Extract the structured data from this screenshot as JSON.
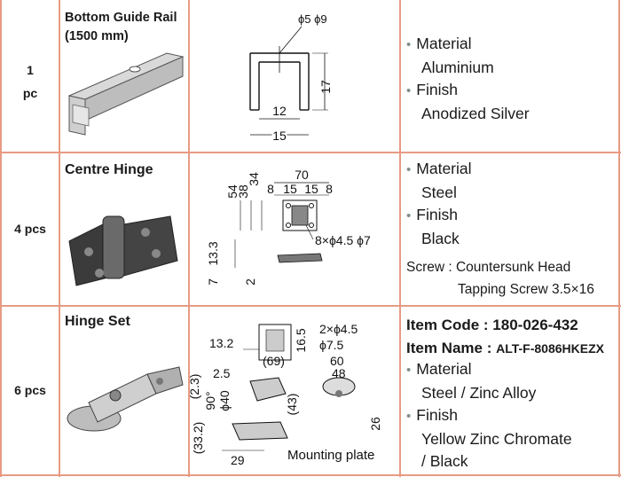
{
  "rows": [
    {
      "qty": [
        "1",
        "pc"
      ],
      "title": [
        "Bottom Guide Rail",
        "(1500 mm)"
      ],
      "dims": {
        "hole": "ϕ5 ϕ9",
        "height": "17",
        "inner": "12",
        "outer": "15"
      },
      "spec": [
        {
          "label": "Material",
          "value": "Aluminium"
        },
        {
          "label": "Finish",
          "value": "Anodized Silver"
        }
      ]
    },
    {
      "qty": [
        "4 pcs"
      ],
      "title": [
        "Centre Hinge"
      ],
      "dims": {
        "width": "70",
        "top_parts": [
          "8",
          "15",
          "15",
          "8"
        ],
        "vertical": [
          "54",
          "38",
          "34"
        ],
        "holes": "8×ϕ4.5 ϕ7",
        "thick": "13.3",
        "low": [
          "7",
          "2"
        ]
      },
      "spec": [
        {
          "label": "Material",
          "value": "Steel"
        },
        {
          "label": "Finish",
          "value": "Black"
        }
      ],
      "screw": [
        "Screw : Countersunk Head",
        "Tapping Screw 3.5×16"
      ]
    },
    {
      "qty": [
        "6 pcs"
      ],
      "title": [
        "Hinge Set"
      ],
      "item_code_label": "Item Code :",
      "item_code": "180-026-432",
      "item_name_label": "Item Name :",
      "item_name": "ALT-F-8086HKEZX",
      "dims": {
        "d132": "13.2",
        "d69": "(69)",
        "d165": "16.5",
        "holes": "2×ϕ4.5",
        "d75": "ϕ7.5",
        "d60": "60",
        "d48": "48",
        "d23": "(2.3)",
        "d25": "2.5",
        "d90": "90°",
        "d40": "ϕ40",
        "d43": "(43)",
        "d26": "26",
        "d332": "(33.2)",
        "d29": "29",
        "mounting": "Mounting plate"
      },
      "spec": [
        {
          "label": "Material",
          "value": "Steel / Zinc Alloy"
        },
        {
          "label": "Finish",
          "value": "Yellow Zinc Chromate",
          "value2": "/ Black"
        }
      ]
    }
  ],
  "bullet": "•"
}
